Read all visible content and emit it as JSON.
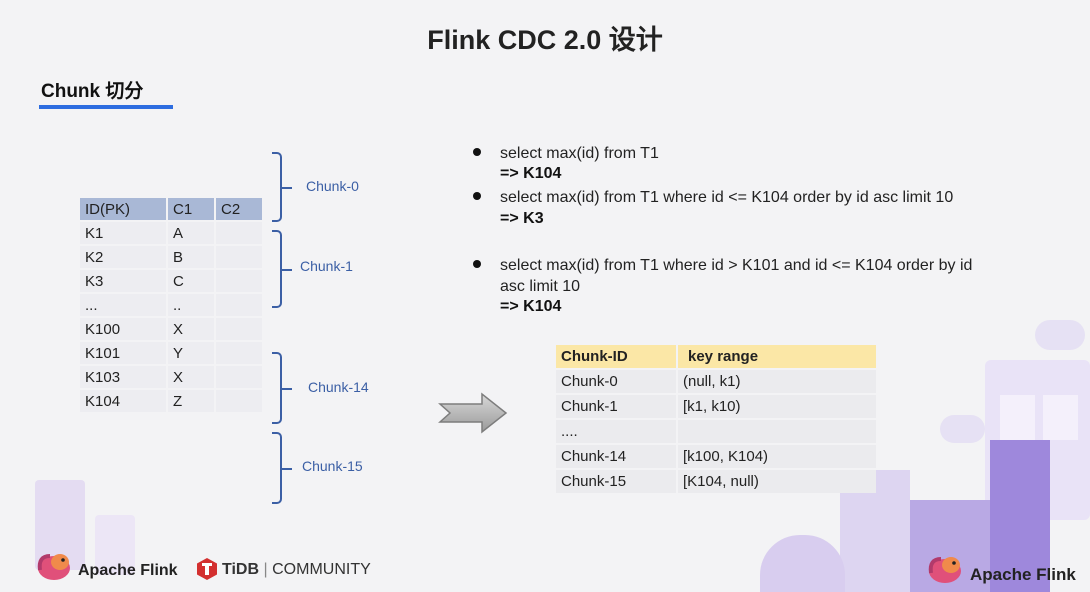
{
  "slide": {
    "title": "Flink CDC 2.0 设计",
    "section": "Chunk 切分"
  },
  "data_table": {
    "headers": [
      "ID(PK)",
      "C1",
      "C2"
    ],
    "rows": [
      [
        "K1",
        "A",
        ""
      ],
      [
        "K2",
        "B",
        ""
      ],
      [
        "K3",
        "C",
        ""
      ],
      [
        "...",
        "..",
        ""
      ],
      [
        "K100",
        "X",
        ""
      ],
      [
        "K101",
        "Y",
        ""
      ],
      [
        "K103",
        "X",
        ""
      ],
      [
        "K104",
        "Z",
        ""
      ]
    ]
  },
  "chunk_labels": [
    "Chunk-0",
    "Chunk-1",
    "Chunk-14",
    "Chunk-15"
  ],
  "queries": [
    {
      "text": "select max(id) from T1",
      "result": "=>  K104"
    },
    {
      "text": "select max(id) from T1 where id <= K104 order by id asc limit 10",
      "result": "=> K3"
    },
    {
      "text": "select max(id) from T1 where id > K101 and id <= K104 order by id",
      "text2": "asc limit 10",
      "result": "=> K104"
    }
  ],
  "chunk_table": {
    "headers": [
      "Chunk-ID",
      "key range"
    ],
    "rows": [
      [
        "Chunk-0",
        "(null, k1)"
      ],
      [
        "Chunk-1",
        "[k1, k10)"
      ],
      [
        "....",
        ""
      ],
      [
        "Chunk-14",
        "[k100, K104)"
      ],
      [
        "Chunk-15",
        "[K104, null)"
      ]
    ]
  },
  "footer": {
    "left_brand": "Apache Flink",
    "tidb_brand": "TiDB",
    "community": "COMMUNITY",
    "right_brand": "Apache Flink"
  },
  "colors": {
    "accent_blue": "#2d6de0",
    "brace_blue": "#3b5fa5",
    "table_header_blue": "#a9b8d6",
    "table_header_yellow": "#fbe7a6",
    "tidb_red": "#d32f2f"
  },
  "icons": {
    "arrow": "right-arrow-icon",
    "flink_logo": "squirrel-logo-icon",
    "tidb_logo": "tidb-logo-icon"
  }
}
